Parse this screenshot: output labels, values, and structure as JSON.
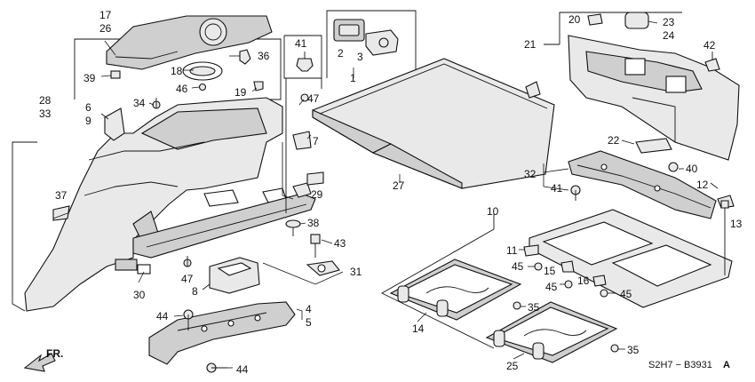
{
  "title": "",
  "diagram_code": "S2H7 − B3931",
  "revision": "A",
  "direction_label": "FR.",
  "labels": {
    "p17_26": [
      "17",
      "26"
    ],
    "p36": "36",
    "p18": "18",
    "p39": "39",
    "p46": "46",
    "p19": "19",
    "p41a": "41",
    "p2": "2",
    "p3": "3",
    "p1": "1",
    "p28_33": [
      "28",
      "33"
    ],
    "p6_9": [
      "6",
      "9"
    ],
    "p34": "34",
    "p47a": "47",
    "p7": "7",
    "p37": "37",
    "p29": "29",
    "p38": "38",
    "p43": "43",
    "p31": "31",
    "p8": "8",
    "p47b": "47",
    "p30": "30",
    "p44a": "44",
    "p44b": "44",
    "p4_5": [
      "4",
      "5"
    ],
    "p27": "27",
    "p20": "20",
    "p23_24": [
      "23",
      "24"
    ],
    "p21": "21",
    "p42": "42",
    "p22": "22",
    "p40": "40",
    "p32": "32",
    "p41b": "41",
    "p12": "12",
    "p10": "10",
    "p13": "13",
    "p11": "11",
    "p45a": "45",
    "p15": "15",
    "p45b": "45",
    "p16": "16",
    "p45c": "45",
    "p14": "14",
    "p35a": "35",
    "p35b": "35",
    "p25": "25"
  }
}
